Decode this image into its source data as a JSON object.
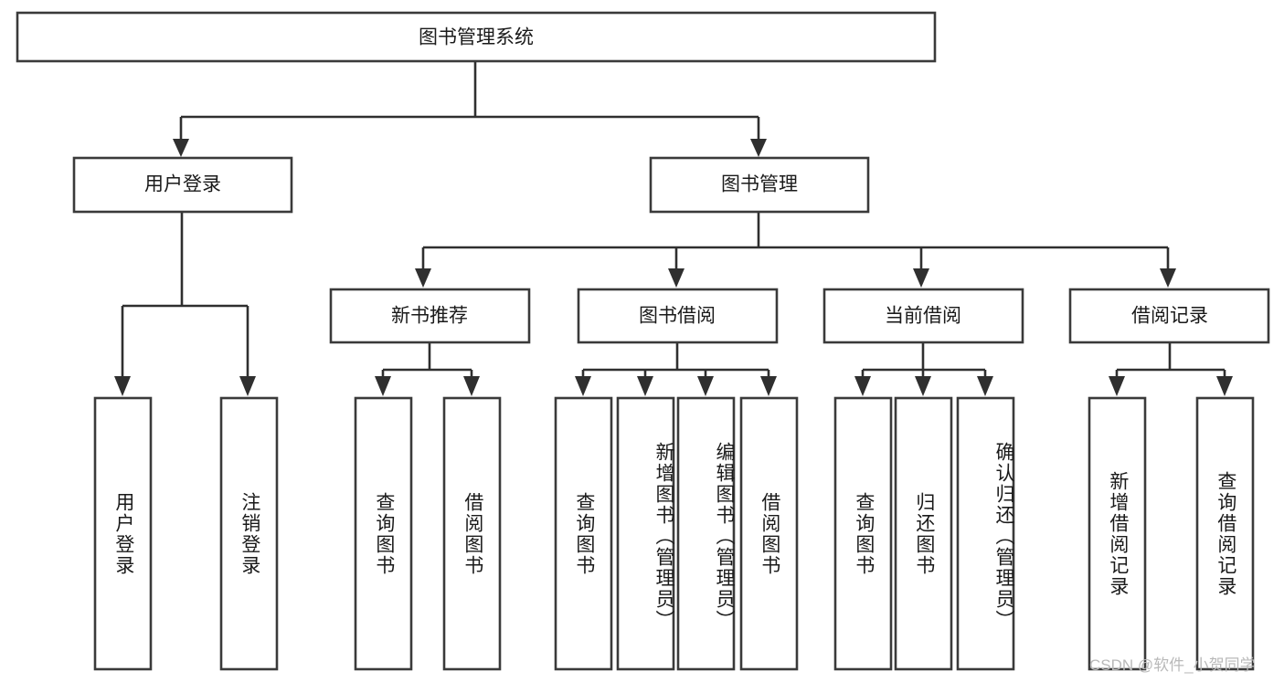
{
  "diagram": {
    "title_text": "图书管理系统",
    "type": "tree-hierarchy-diagram",
    "background_color": "#ffffff",
    "box_stroke_color": "#3a3a3a",
    "connector_color": "#2f2f2f",
    "text_color": "#1a1a1a",
    "root": {
      "label": "图书管理系统"
    },
    "level2": [
      {
        "label": "用户登录"
      },
      {
        "label": "图书管理"
      }
    ],
    "level3": [
      {
        "label": "新书推荐"
      },
      {
        "label": "图书借阅"
      },
      {
        "label": "当前借阅"
      },
      {
        "label": "借阅记录"
      }
    ],
    "leaves": {
      "user_login": [
        {
          "label": "用户登录"
        },
        {
          "label": "注销登录"
        }
      ],
      "new_book_recommend": [
        {
          "label": "查询图书"
        },
        {
          "label": "借阅图书"
        }
      ],
      "book_borrow": [
        {
          "label": "查询图书"
        },
        {
          "label": "新增图书（管理员）"
        },
        {
          "label": "编辑图书（管理员）"
        },
        {
          "label": "借阅图书"
        }
      ],
      "current_borrow": [
        {
          "label": "查询图书"
        },
        {
          "label": "归还图书"
        },
        {
          "label": "确认归还（管理员）"
        }
      ],
      "borrow_record": [
        {
          "label": "新增借阅记录"
        },
        {
          "label": "查询借阅记录"
        }
      ]
    }
  },
  "watermark": {
    "text": "CSDN @软件_小贺同学"
  }
}
